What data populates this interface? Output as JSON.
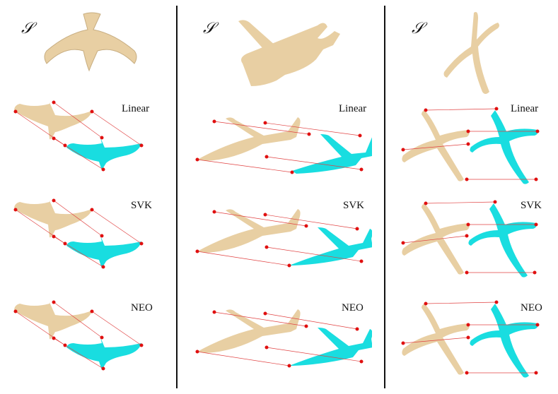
{
  "symbol": "𝒮",
  "methods": [
    "Linear",
    "SVK",
    "NEO"
  ],
  "colors": {
    "source": "#e8cfa3",
    "target": "#19dde0",
    "line": "#e04040",
    "dot": "#e01010",
    "separator": "#111111"
  },
  "columns": [
    {
      "shape": "bird"
    },
    {
      "shape": "airplane"
    },
    {
      "shape": "fork"
    }
  ]
}
